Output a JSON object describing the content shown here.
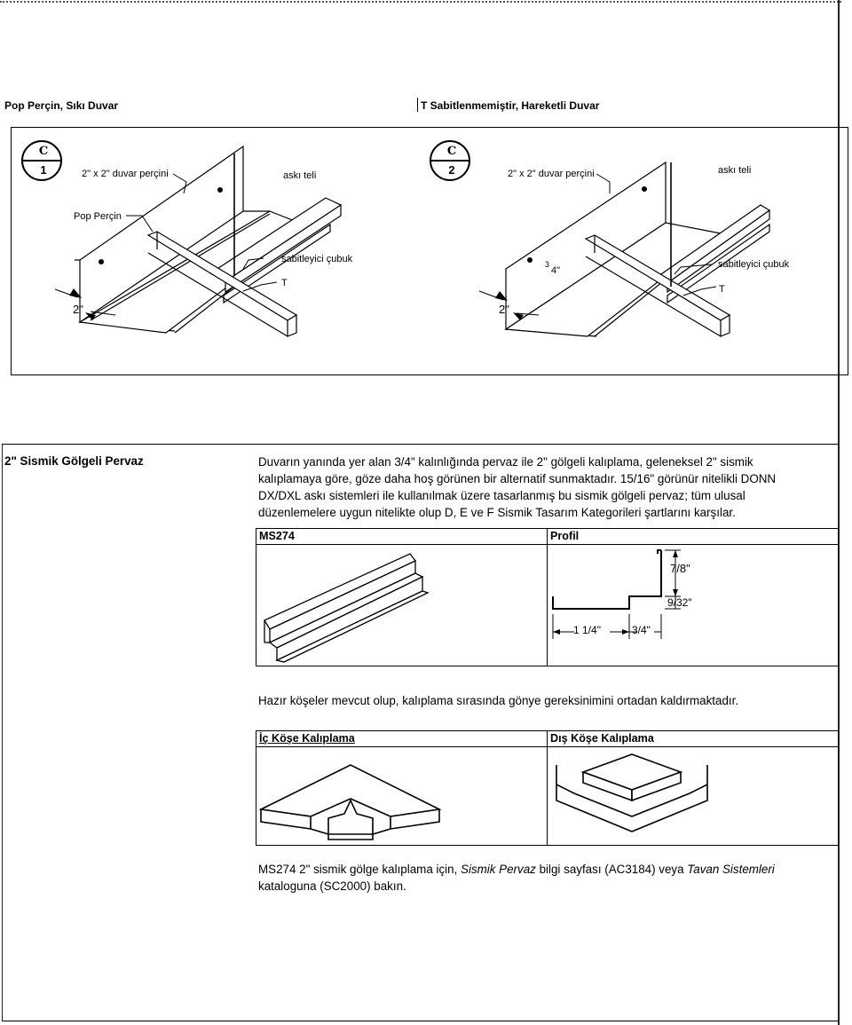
{
  "top_headers": {
    "left": "Pop Perçin, Sıkı Duvar",
    "right": "T Sabitlenmemiştir, Hareketli Duvar"
  },
  "diagram_left": {
    "badge_top": "C",
    "badge_bottom": "1",
    "label_perch": "2\" x 2\" duvar perçini",
    "label_wire": "askı teli",
    "label_pop": "Pop Perçin",
    "label_bar": "sabitleyici çubuk",
    "label_t": "T",
    "label_dim": "2\""
  },
  "diagram_right": {
    "badge_top": "C",
    "badge_bottom": "2",
    "label_perch": "2\" x 2\" duvar perçini",
    "label_wire": "askı teli",
    "label_bar": "sabitleyici çubuk",
    "label_t": "T",
    "label_dim": "2\"",
    "label_gap_num": "3",
    "label_gap_den": "4\""
  },
  "section": {
    "title": "2\" Sismik Gölgeli Pervaz",
    "description": [
      "Duvarın yanında yer alan 3/4\" kalınlığında pervaz ile 2\" gölgeli kalıplama, geleneksel 2\" sismik",
      "kalıplamaya göre, göze daha hoş görünen bir alternatif sunmaktadır. 15/16\" görünür nitelikli DONN",
      "DX/DXL askı sistemleri ile kullanılmak üzere tasarlanmış bu sismik gölgeli pervaz; tüm ulusal",
      "düzenlemelere uygun nitelikte olup D, E ve F Sismik Tasarım Kategorileri şartlarını karşılar."
    ],
    "table1": {
      "col1": "MS274",
      "col2": "Profil",
      "dims": {
        "d1": "7/8\"",
        "d2": "9/32\"",
        "d3": "1 1/4\"",
        "d4": "3/4\""
      }
    },
    "corner_note": "Hazır köşeler mevcut olup, kalıplama sırasında gönye gereksinimini ortadan kaldırmaktadır.",
    "table2": {
      "col1": "İç Köşe Kalıplama",
      "col2": "Dış Köşe Kalıplama"
    },
    "footer": {
      "pre": "MS274 2\" sismik gölge kalıplama için, ",
      "em1": "Sismik Pervaz",
      "mid": " bilgi sayfası (AC3184) veya ",
      "em2": "Tavan Sistemleri",
      "post": " kataloguna (SC2000) bakın."
    }
  }
}
